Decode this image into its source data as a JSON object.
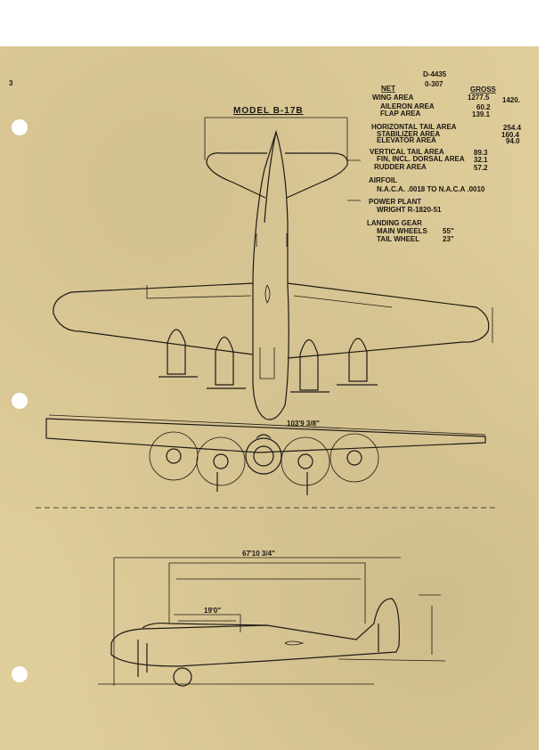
{
  "doc_ids": [
    "D-4435",
    "0-307"
  ],
  "page_mark": "3",
  "title": "MODEL B-17B",
  "specs": {
    "net_label": "NET",
    "gross_label": "GROSS",
    "rows": [
      {
        "label": "WING AREA",
        "net": "1277.5",
        "gross": "1420."
      },
      {
        "label": "AILERON AREA",
        "net": "60.2"
      },
      {
        "label": "FLAP AREA",
        "net": "139.1"
      },
      {
        "label": "HORIZONTAL TAIL AREA",
        "gross": "254.4"
      },
      {
        "label": "STABILIZER AREA",
        "gross": "160.4"
      },
      {
        "label": "ELEVATOR AREA",
        "gross": "94.0"
      },
      {
        "label": "VERTICAL TAIL AREA",
        "net": "89.3"
      },
      {
        "label": "FIN, INCL. DORSAL AREA",
        "net": "32.1"
      },
      {
        "label": "RUDDER AREA",
        "net": "57.2"
      }
    ],
    "airfoil_label": "AIRFOIL",
    "airfoil_value": "N.A.C.A. .0018 TO N.A.C.A .0010",
    "power_label": "POWER PLANT",
    "power_value": "WRIGHT R-1820-51",
    "gear_label": "LANDING GEAR",
    "main_wheels_label": "MAIN WHEELS",
    "main_wheels_value": "55\"",
    "tail_wheel_label": "TAIL WHEEL",
    "tail_wheel_value": "23\""
  },
  "dimensions": {
    "span": "103'9 3/8\"",
    "length": "67'10 3/4\"",
    "cabin": "19'0\""
  }
}
